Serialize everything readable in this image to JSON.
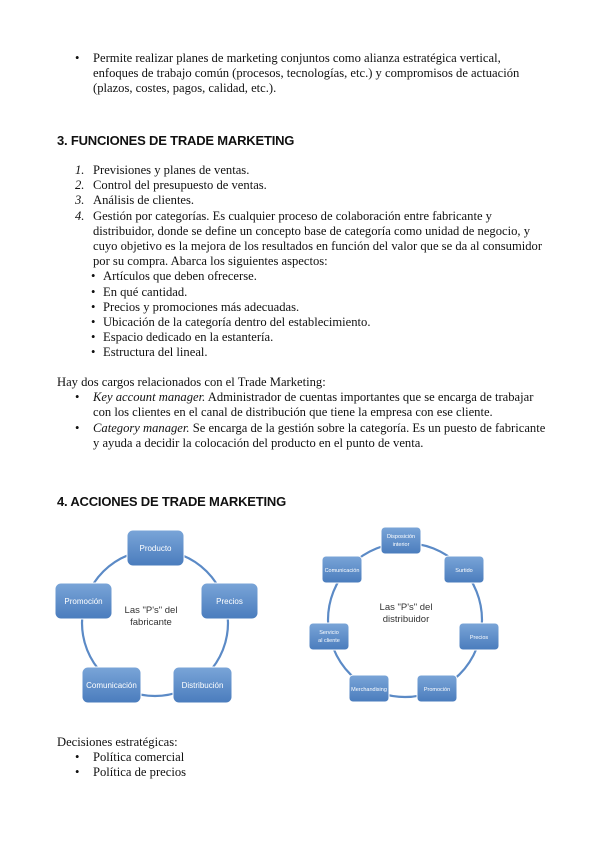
{
  "intro_bullet": {
    "marker": "•",
    "text": "Permite realizar planes de marketing conjuntos como alianza estratégica vertical, enfoques de trabajo común (procesos, tecnologías, etc.) y compromisos de actuación (plazos, costes, pagos, calidad, etc.)."
  },
  "section3": {
    "heading": "3. FUNCIONES DE TRADE MARKETING",
    "items": [
      {
        "num": "1.",
        "text": "Previsiones y planes de ventas."
      },
      {
        "num": "2.",
        "text": "Control del presupuesto de ventas."
      },
      {
        "num": "3.",
        "text": "Análisis de clientes."
      },
      {
        "num": "4.",
        "text": "Gestión por categorías. Es cualquier proceso de colaboración entre fabricante y distribuidor, donde se define un concepto base de categoría como unidad de negocio, y cuyo objetivo es la mejora de los resultados en función del valor que se da al consumidor por su compra. Abarca los siguientes aspectos:"
      }
    ],
    "sub_items": [
      "Artículos que deben ofrecerse.",
      "En qué cantidad.",
      "Precios y promociones más adecuadas.",
      "Ubicación de la categoría dentro del establecimiento.",
      "Espacio dedicado en la estantería.",
      "Estructura del lineal."
    ],
    "cargos_intro": "Hay dos cargos relacionados con el Trade Marketing:",
    "cargos": [
      {
        "term": "Key account manager.",
        "text": " Administrador de cuentas importantes que se encarga de trabajar con los clientes en el canal de distribución que tiene la empresa con ese cliente."
      },
      {
        "term": "Category manager.",
        "text": " Se encarga de la gestión sobre la categoría. Es un puesto de fabricante y ayuda a decidir la colocación del producto en el punto de venta."
      }
    ]
  },
  "section4": {
    "heading": "4. ACCIONES DE TRADE MARKETING",
    "diagram_left": {
      "center_line1": "Las \"P's\" del",
      "center_line2": "fabricante",
      "nodes": [
        "Producto",
        "Precios",
        "Distribución",
        "Comunicación",
        "Promoción"
      ]
    },
    "diagram_right": {
      "center_line1": "Las \"P's\" del",
      "center_line2": "distribuidor",
      "nodes": [
        {
          "line1": "Disposición",
          "line2": "interior"
        },
        {
          "line1": "Surtido",
          "line2": ""
        },
        {
          "line1": "Precios",
          "line2": ""
        },
        {
          "line1": "Promoción",
          "line2": ""
        },
        {
          "line1": "Merchandising",
          "line2": ""
        },
        {
          "line1": "Servicio",
          "line2": "al cliente"
        },
        {
          "line1": "Comunicación",
          "line2": ""
        }
      ]
    },
    "decisiones_intro": "Decisiones estratégicas:",
    "decisiones": [
      "Política comercial",
      "Política de precios"
    ]
  },
  "colors": {
    "node_fill": "#4f81bd",
    "node_fill_light": "#6f9bd1",
    "ring": "#5b8ac6"
  }
}
